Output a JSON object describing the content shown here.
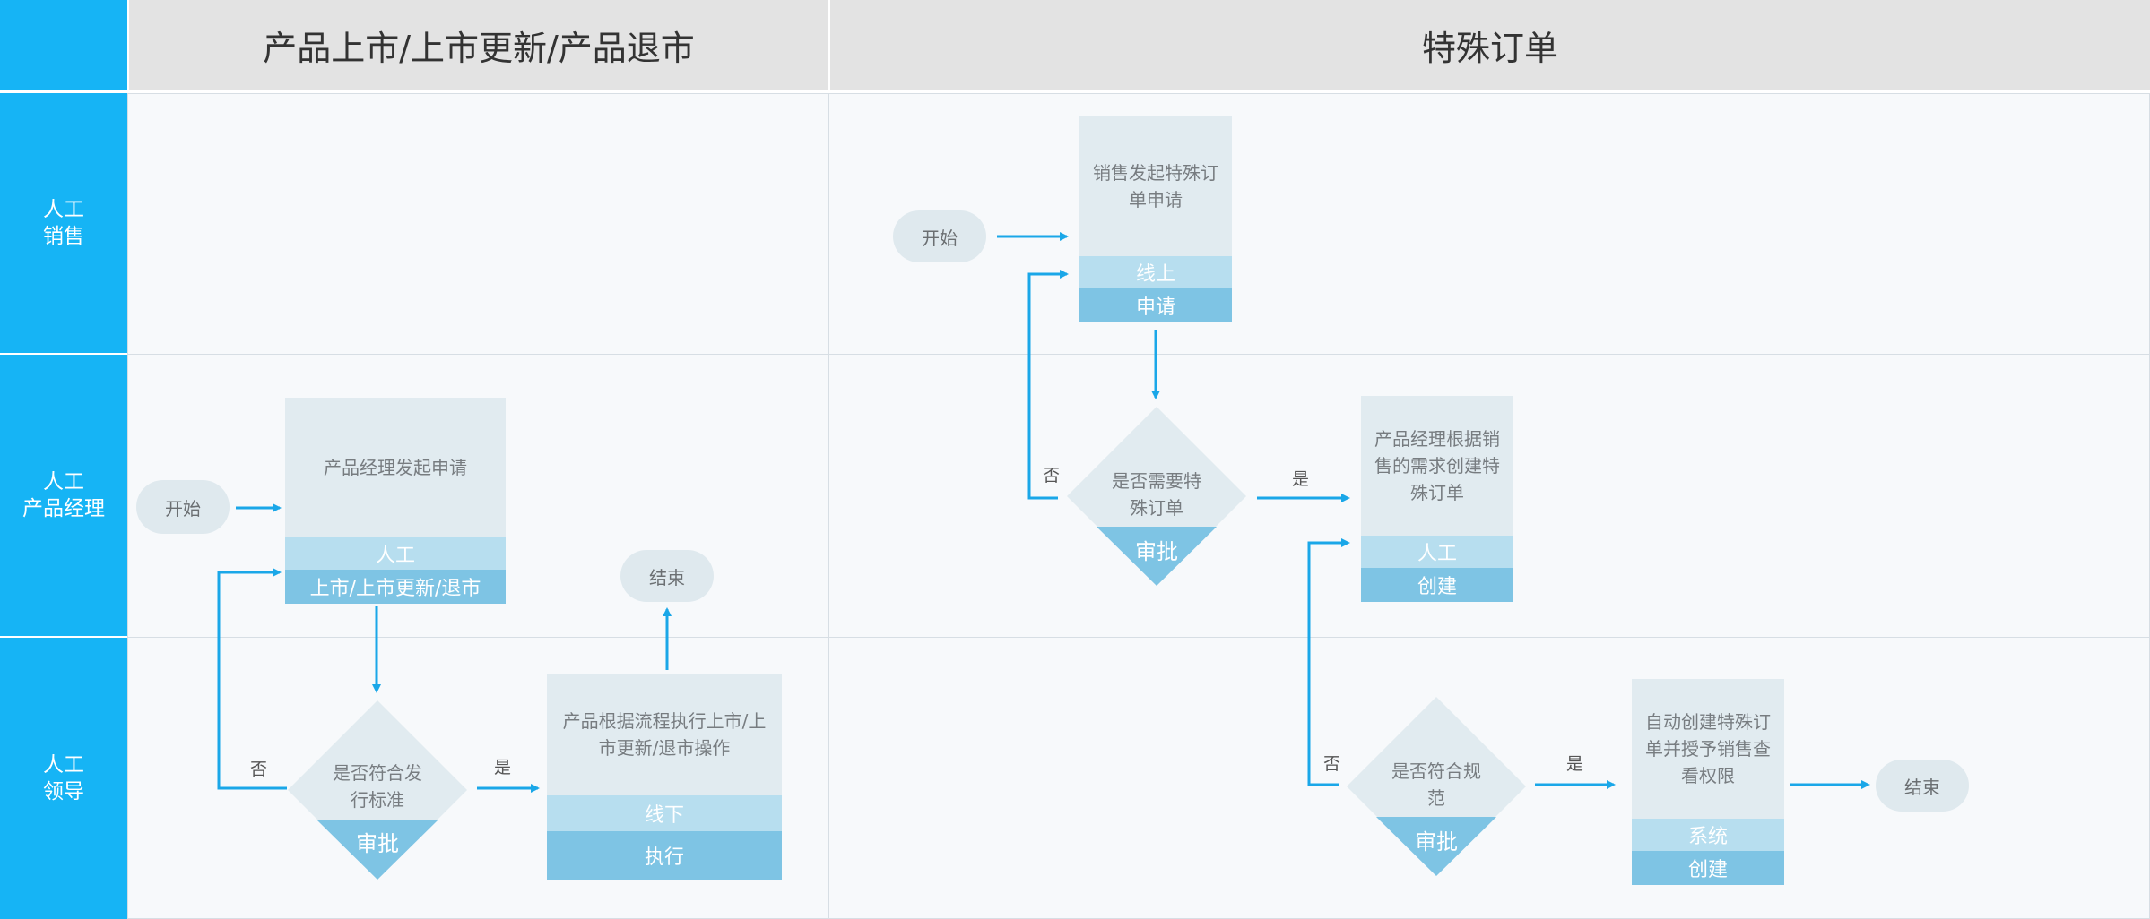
{
  "columns": [
    "产品上市/上市更新/产品退市",
    "特殊订单"
  ],
  "lanes": [
    {
      "line1": "人工",
      "line2": "销售"
    },
    {
      "line1": "人工",
      "line2": "产品经理"
    },
    {
      "line1": "人工",
      "line2": "领导"
    }
  ],
  "left": {
    "start": "开始",
    "apply": {
      "text": "产品经理发起申请",
      "mid": "人工",
      "bot": "上市/上市更新/退市"
    },
    "decision": {
      "text": "是否符合发行标准",
      "label": "审批"
    },
    "exec": {
      "text": "产品根据流程执行上市/上市更新/退市操作",
      "mid": "线下",
      "bot": "执行"
    },
    "end": "结束",
    "yes": "是",
    "no": "否"
  },
  "right": {
    "start": "开始",
    "sales_apply": {
      "text": "销售发起特殊订单申请",
      "mid": "线上",
      "bot": "申请"
    },
    "need": {
      "text": "是否需要特殊订单",
      "label": "审批"
    },
    "pm_create": {
      "text": "产品经理根据销售的需求创建特殊订单",
      "mid": "人工",
      "bot": "创建"
    },
    "spec": {
      "text": "是否符合规范",
      "label": "审批"
    },
    "auto": {
      "text": "自动创建特殊订单并授予销售查看权限",
      "mid": "系统",
      "bot": "创建"
    },
    "end": "结束",
    "yes1": "是",
    "no1": "否",
    "yes2": "是",
    "no2": "否"
  },
  "colors": {
    "lane": "#16b4f5",
    "arrow": "#1aa7e8",
    "header": "#e3e3e3"
  }
}
